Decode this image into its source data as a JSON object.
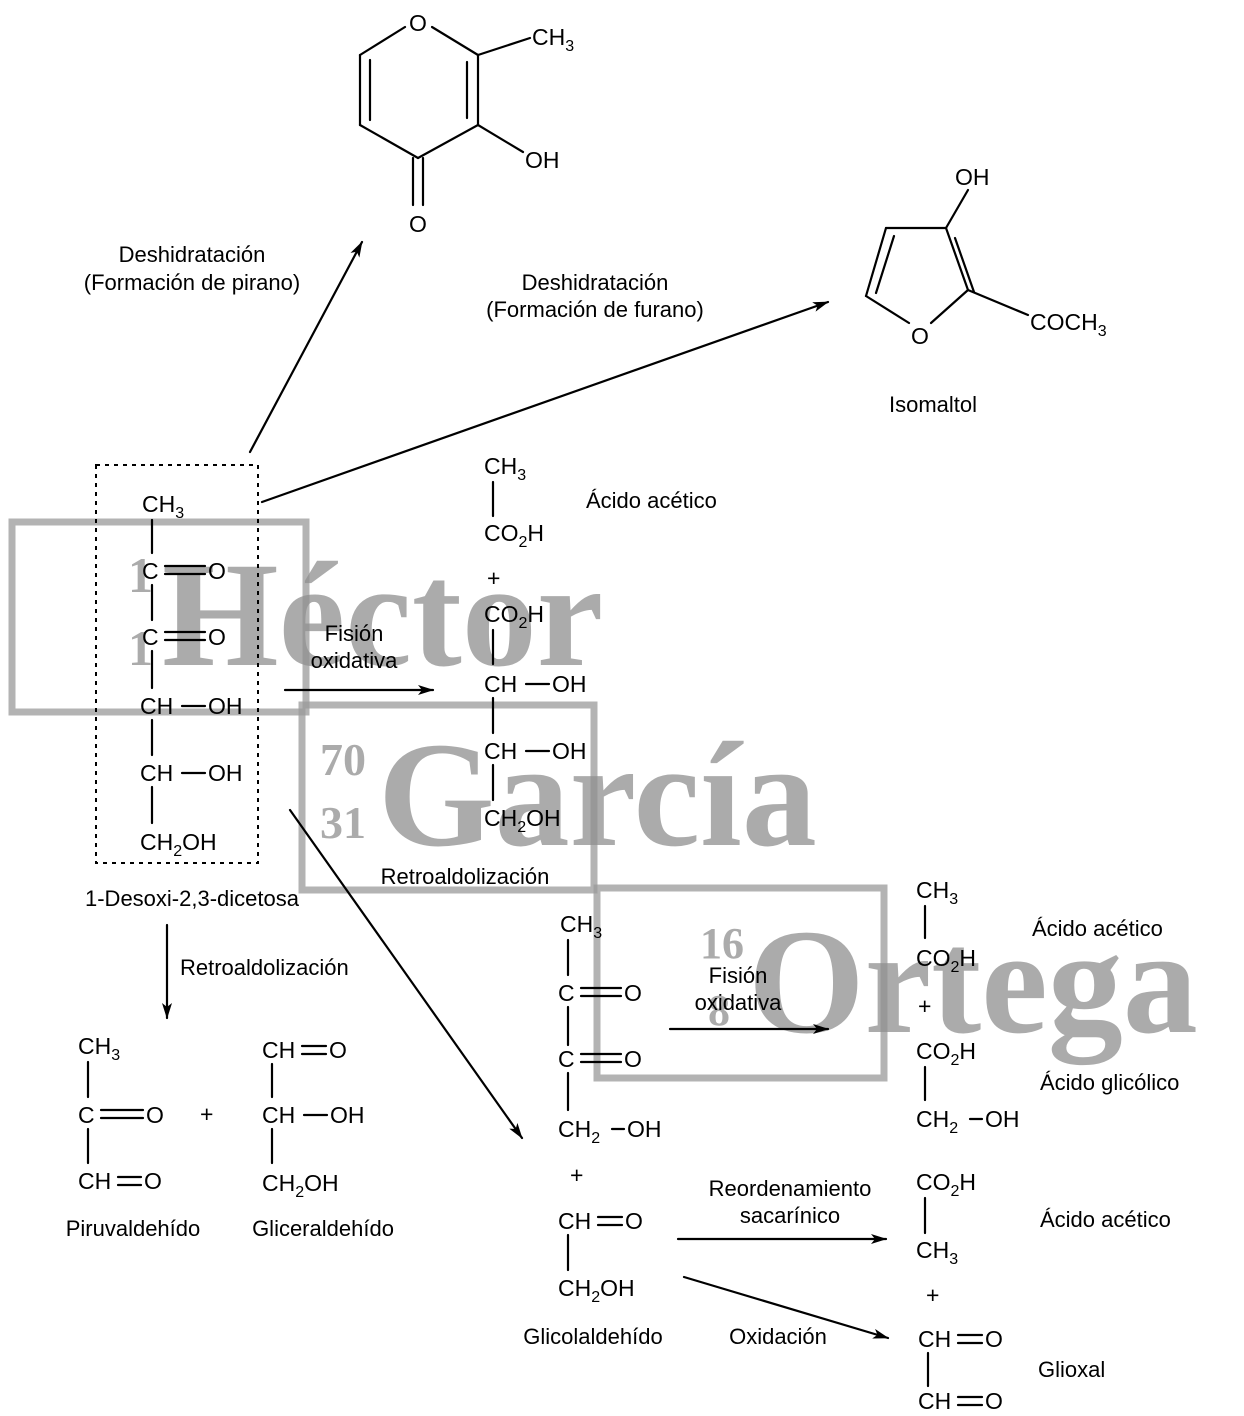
{
  "watermark": {
    "word1": "Héctor",
    "word2": "García",
    "word3": "Ortega",
    "n1_top": "1",
    "n1_bot": "1",
    "n2_top": "70",
    "n2_bot": "31",
    "n3_top": "16",
    "n3_bot": "8"
  },
  "atoms": {
    "O": "O",
    "OH": "OH",
    "CH3": "CH",
    "three": "3",
    "two": "2",
    "COCH": "COCH",
    "CO": "CO",
    "H": "H",
    "C": "C",
    "CH": "CH",
    "dashOH": "OH",
    "plus": "+"
  },
  "labels": {
    "dehyd_pyran_1": "Deshidratación",
    "dehyd_pyran_2": "(Formación de pirano)",
    "dehyd_furan_1": "Deshidratación",
    "dehyd_furan_2": "(Formación de furano)",
    "isomaltol": "Isomaltol",
    "acido_acetico_1": "Ácido acético",
    "fision_1a": "Fisión",
    "fision_1b": "oxidativa",
    "retroaldol_mid": "Retroaldolización",
    "dicetosa": "1-Desoxi-2,3-dicetosa",
    "retroaldol_down": "Retroaldolización",
    "acido_acetico_2": "Ácido acético",
    "fision_2a": "Fisión",
    "fision_2b": "oxidativa",
    "acido_glicolico": "Ácido glicólico",
    "reorden_1": "Reordenamiento",
    "reorden_2": "sacarínico",
    "acido_acetico_3": "Ácido acético",
    "oxidacion": "Oxidación",
    "glioxal": "Glioxal",
    "piruvaldehido": "Piruvaldehído",
    "gliceraldehido": "Gliceraldehído",
    "glicolaldehido": "Glicolaldehído"
  }
}
